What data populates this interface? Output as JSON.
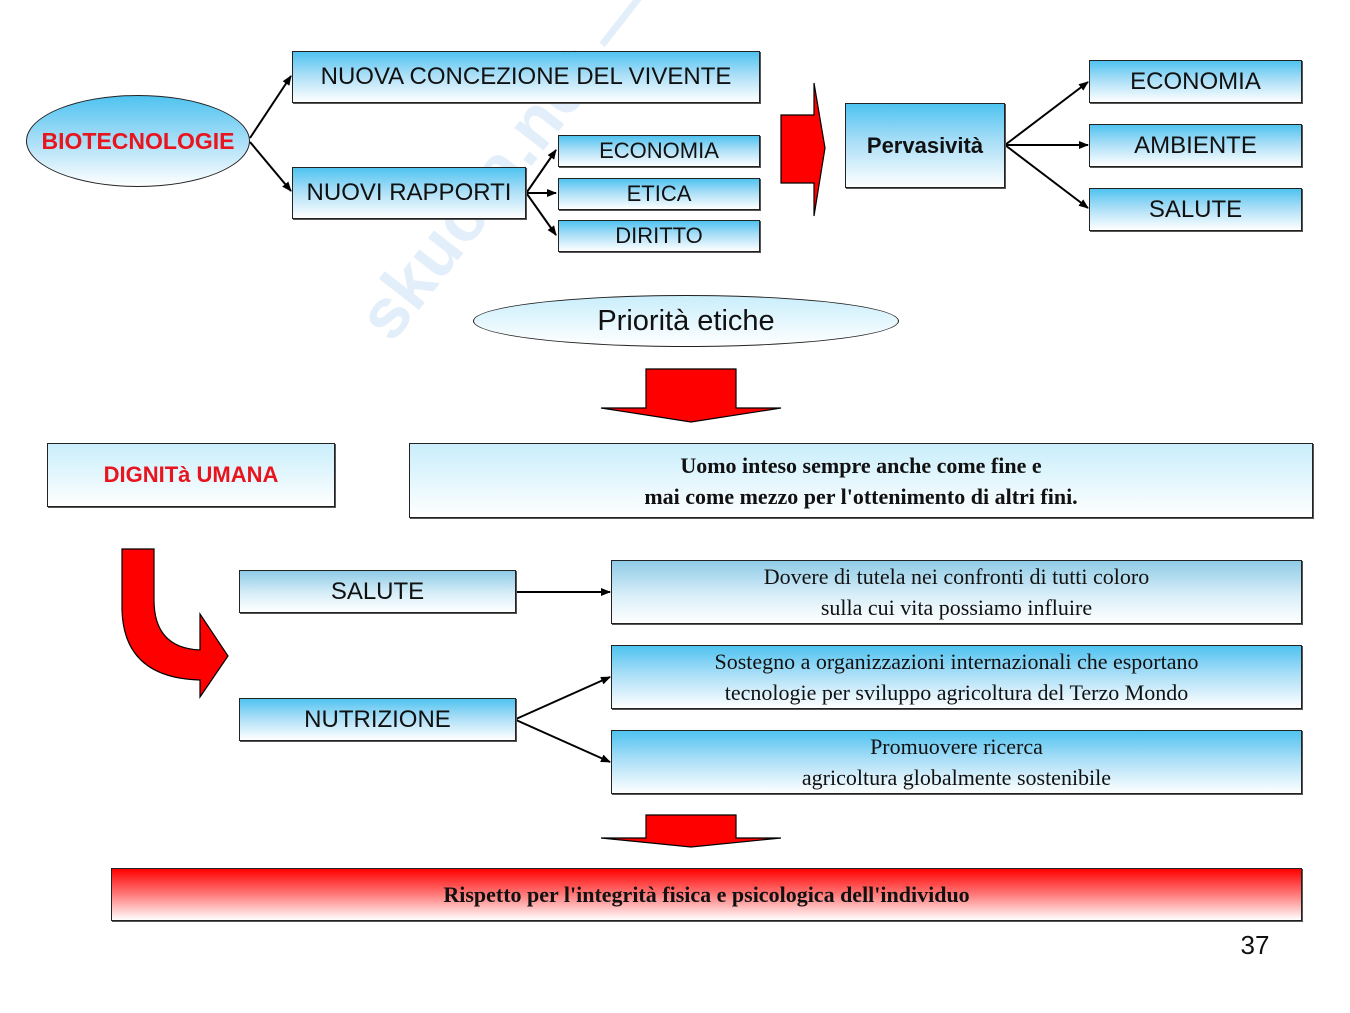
{
  "slide": {
    "page_number": "37",
    "watermark": "skuola.net — il paradiso dello studente"
  },
  "top": {
    "root": "BIOTECNOLOGIE",
    "branch_a": "NUOVA CONCEZIONE DEL VIVENTE",
    "branch_b": "NUOVI RAPPORTI",
    "sub_branches": [
      "ECONOMIA",
      "ETICA",
      "DIRITTO"
    ],
    "pervasivita": "Pervasività",
    "pervasivita_targets": [
      "ECONOMIA",
      "AMBIENTE",
      "SALUTE"
    ]
  },
  "middle": {
    "priorita": "Priorità etiche",
    "dignita": "DIGNITà UMANA",
    "uomo_line1": "Uomo inteso  sempre anche come fine e",
    "uomo_line2": "mai come mezzo per l'ottenimento di altri fini."
  },
  "bottom": {
    "salute": "SALUTE",
    "nutrizione": "NUTRIZIONE",
    "dovere_line1": "Dovere di tutela nei confronti di tutti coloro",
    "dovere_line2": "sulla cui vita possiamo influire",
    "sostegno_line1": "Sostegno a organizzazioni internazionali che esportano",
    "sostegno_line2": "tecnologie per sviluppo agricoltura del Terzo Mondo",
    "promuovere_line1": "Promuovere  ricerca",
    "promuovere_line2": "agricoltura globalmente sostenibile",
    "rispetto": "Rispetto per l'integrità fisica e psicologica dell'individuo"
  },
  "colors": {
    "accent_red": "#ff0000",
    "box_blue": "#4fc3f0",
    "text_red": "#e8141e"
  }
}
